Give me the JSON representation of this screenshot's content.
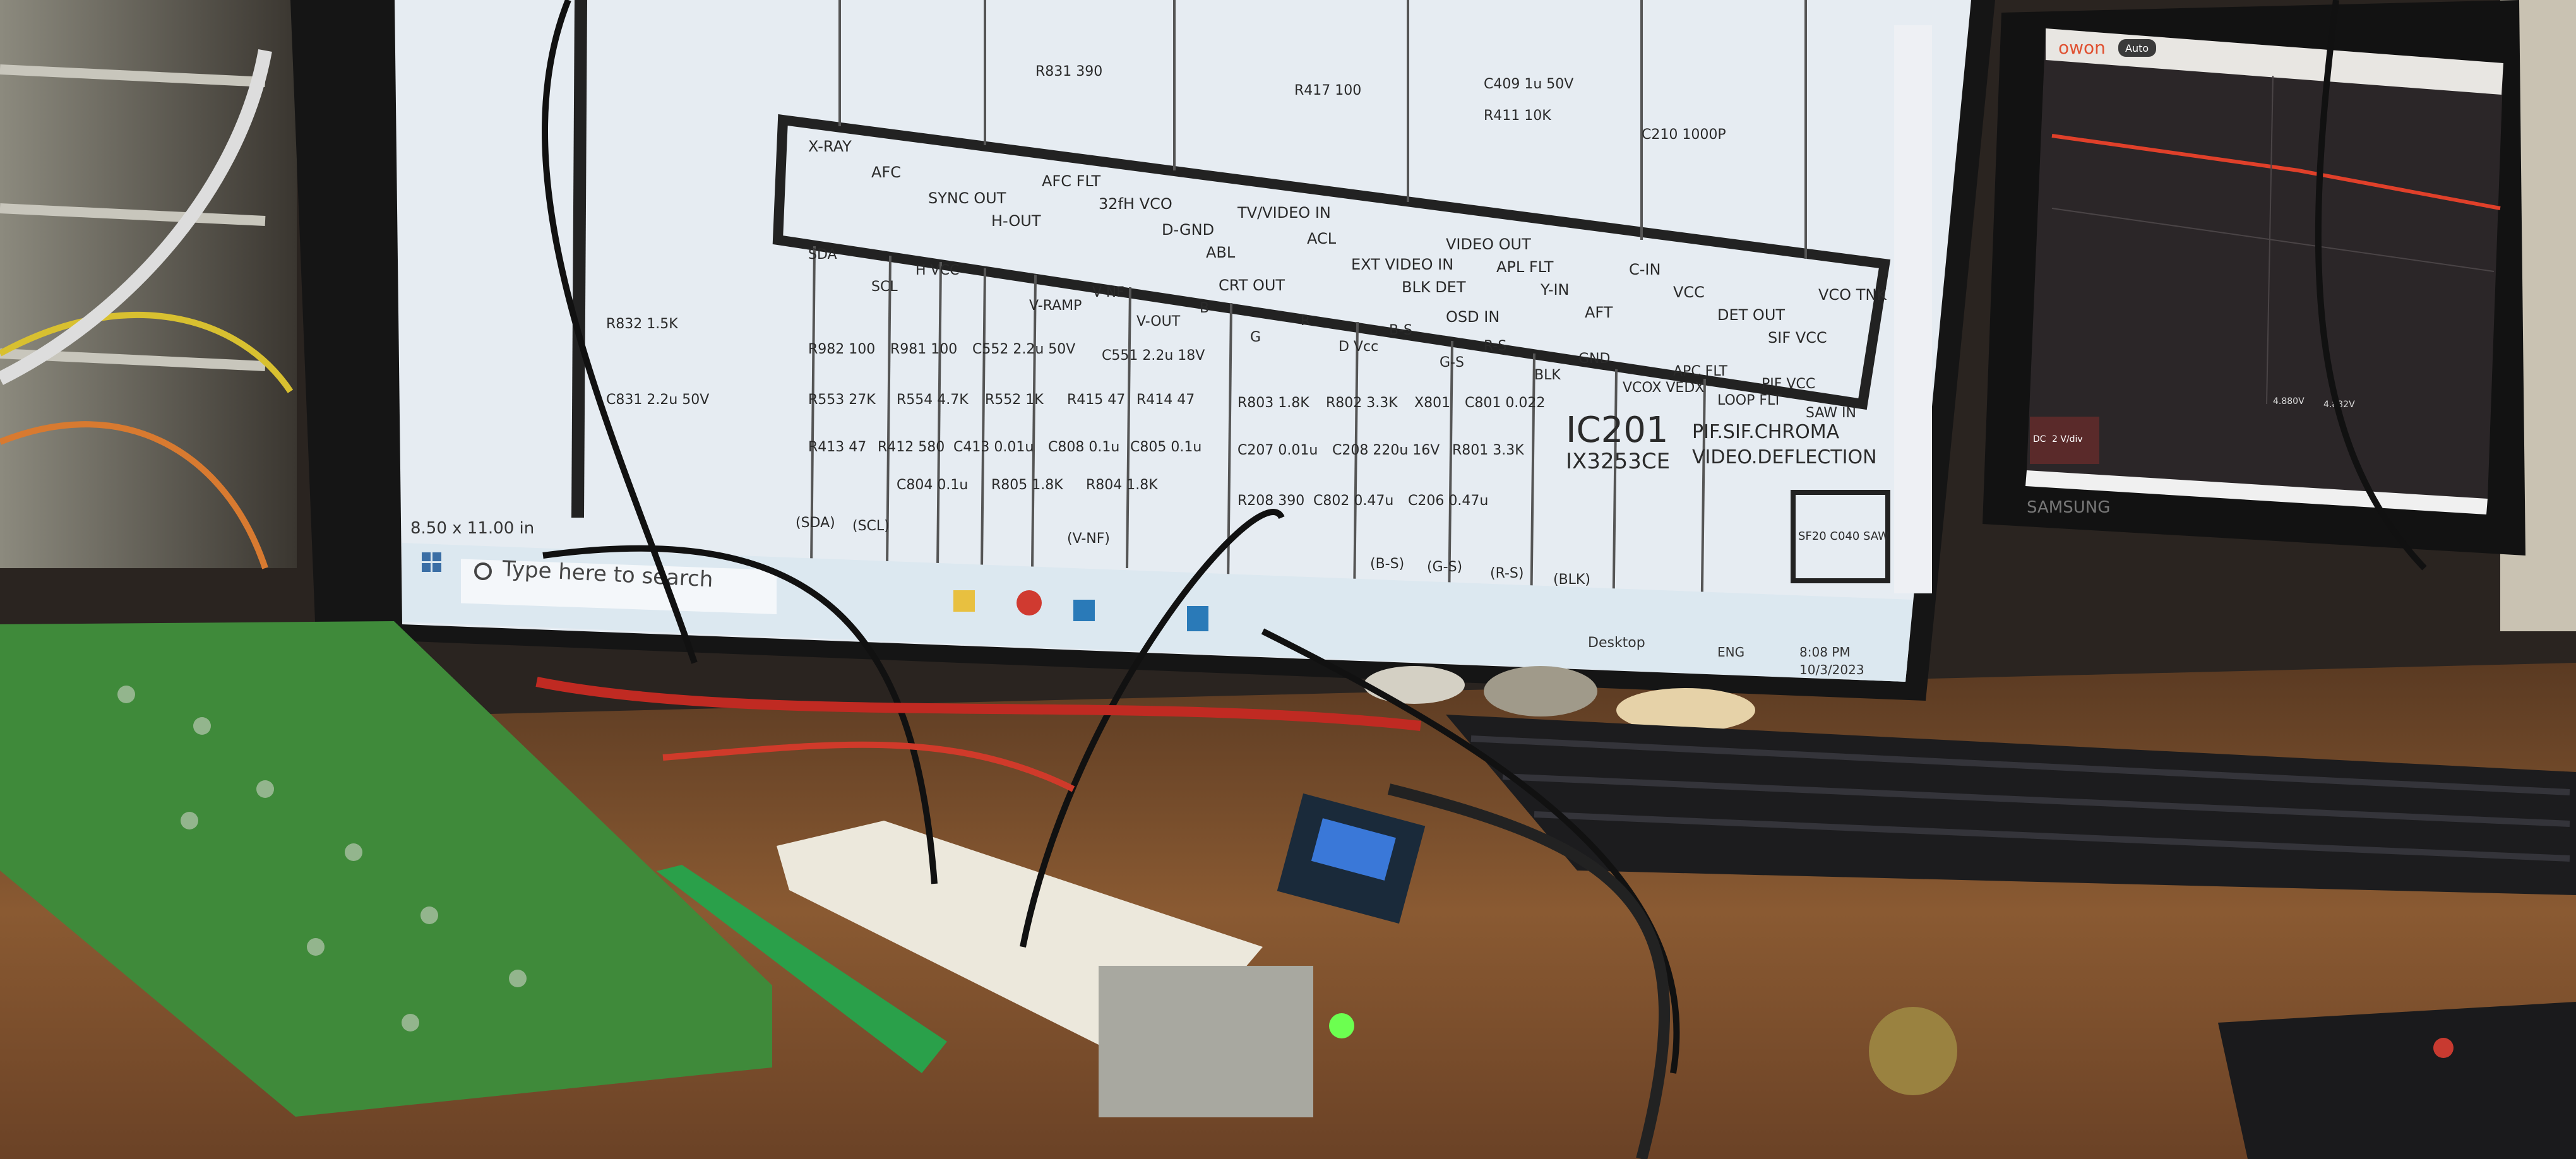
{
  "scene": {
    "description_colors": {
      "desk": "#8a5a32",
      "pcb": "#3f8a3a",
      "screen_bg": "#e6ecf2",
      "scope_trace": "#e0402a",
      "scope_bg": "#2b2628"
    }
  },
  "main_monitor": {
    "schematic": {
      "ic_ref": "IC201",
      "ic_part": "IX3253CE",
      "ic_function_1": "PIF.SIF.CHROMA",
      "ic_function_2": "VIDEO.DEFLECTION",
      "top_pins": [
        "X-RAY",
        "AFC",
        "SYNC OUT",
        "H-OUT",
        "AFC FLT",
        "32fH VCO",
        "D-GND",
        "ABL",
        "TV/VIDEO IN",
        "ACL",
        "EXT VIDEO IN",
        "BLK DET",
        "VIDEO OUT",
        "APL FLT",
        "Y-IN",
        "AFT",
        "C-IN",
        "VCC",
        "DET OUT",
        "SIF VCC",
        "VCO TNK"
      ],
      "bottom_pins": [
        "SDA",
        "SCL",
        "H VCC",
        "V-RAMP",
        "V-NF",
        "V-OUT",
        "B",
        "G",
        "R",
        "D Vcc",
        "B-S",
        "G-S",
        "R-S",
        "BLK",
        "GND",
        "VCOX VEDX",
        "APC FLT",
        "LOOP FLT",
        "PIF VCC",
        "SAW IN"
      ],
      "group_labels": [
        "CRT OUT",
        "OSD IN"
      ],
      "components": [
        "R982 100",
        "R981 100",
        "C552 2.2u 50V",
        "C551 2.2u 18V",
        "R553 27K",
        "R554 4.7K",
        "R552 1K",
        "R415 47",
        "R414 47",
        "R413 47",
        "R412 580",
        "C413 0.01u",
        "C808 0.1u",
        "C805 0.1u",
        "C804 0.1u",
        "R805 1.8K",
        "R804 1.8K",
        "R803 1.8K",
        "R802 3.3K",
        "X801",
        "C801 0.022",
        "C207 0.01u",
        "C208 220u 16V",
        "R801 3.3K",
        "R208 390",
        "C802 0.47u",
        "C206 0.47u",
        "R832 1.5K",
        "C831 2.2u 50V",
        "R831 390",
        "R417 100",
        "C409 1u 50V",
        "R411 10K",
        "C210 1000P"
      ],
      "net_labels": [
        "(SDA)",
        "(SCL)",
        "(V-NF)",
        "(B-S)",
        "(G-S)",
        "(R-S)",
        "(BLK)"
      ],
      "saw_block": "SF20 C040 SAW"
    },
    "page_size": "8.50 x 11.00 in",
    "taskbar": {
      "search_placeholder": "Type here to search",
      "desktop_label": "Desktop",
      "language": "ENG",
      "time": "8:08 PM",
      "date": "10/3/2023"
    }
  },
  "scope_monitor": {
    "brand": "SAMSUNG",
    "app_logo": "owon",
    "mode_button": "Auto",
    "ch1_coupling": "DC",
    "ch1_scale": "2 V/div",
    "vmax": "4.880V",
    "vmin": "4.832V"
  }
}
